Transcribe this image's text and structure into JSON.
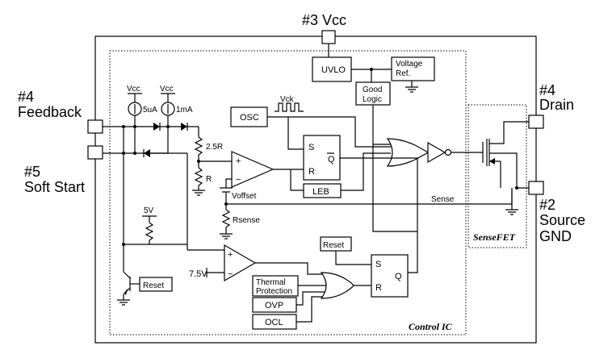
{
  "pins": {
    "vcc": "#3 Vcc",
    "feedback_num": "#4",
    "feedback": "Feedback",
    "softstart_num": "#5",
    "softstart": "Soft Start",
    "drain_num": "#4",
    "drain": "Drain",
    "source_num": "#2",
    "source": "Source",
    "gnd": "GND"
  },
  "blocks": {
    "uvlo": "UVLO",
    "vref_1": "Voltage",
    "vref_2": "Ref.",
    "good_logic_1": "Good",
    "good_logic_2": "Logic",
    "osc": "OSC",
    "leb": "LEB",
    "reset_top": "Reset",
    "reset_bottom": "Reset",
    "thermal_1": "Thermal",
    "thermal_2": "Protection",
    "ovp": "OVP",
    "ocl": "OCL"
  },
  "labels": {
    "vcc_a": "Vcc",
    "vcc_b": "Vcc",
    "i5ua": "5uA",
    "i1ma": "1mA",
    "r25": "2.5R",
    "r": "R",
    "vck": "Vck",
    "voffset": "Voffset",
    "rsense": "Rsense",
    "v5": "5V",
    "v75": "7.5V",
    "sense": "Sense",
    "sensefet": "SenseFET",
    "control_ic": "Control IC",
    "ff1_s": "S",
    "ff1_r": "R",
    "ff1_q": "Q",
    "ff2_s": "S",
    "ff2_r": "R",
    "ff2_q": "Q",
    "plus": "+",
    "minus": "−"
  }
}
